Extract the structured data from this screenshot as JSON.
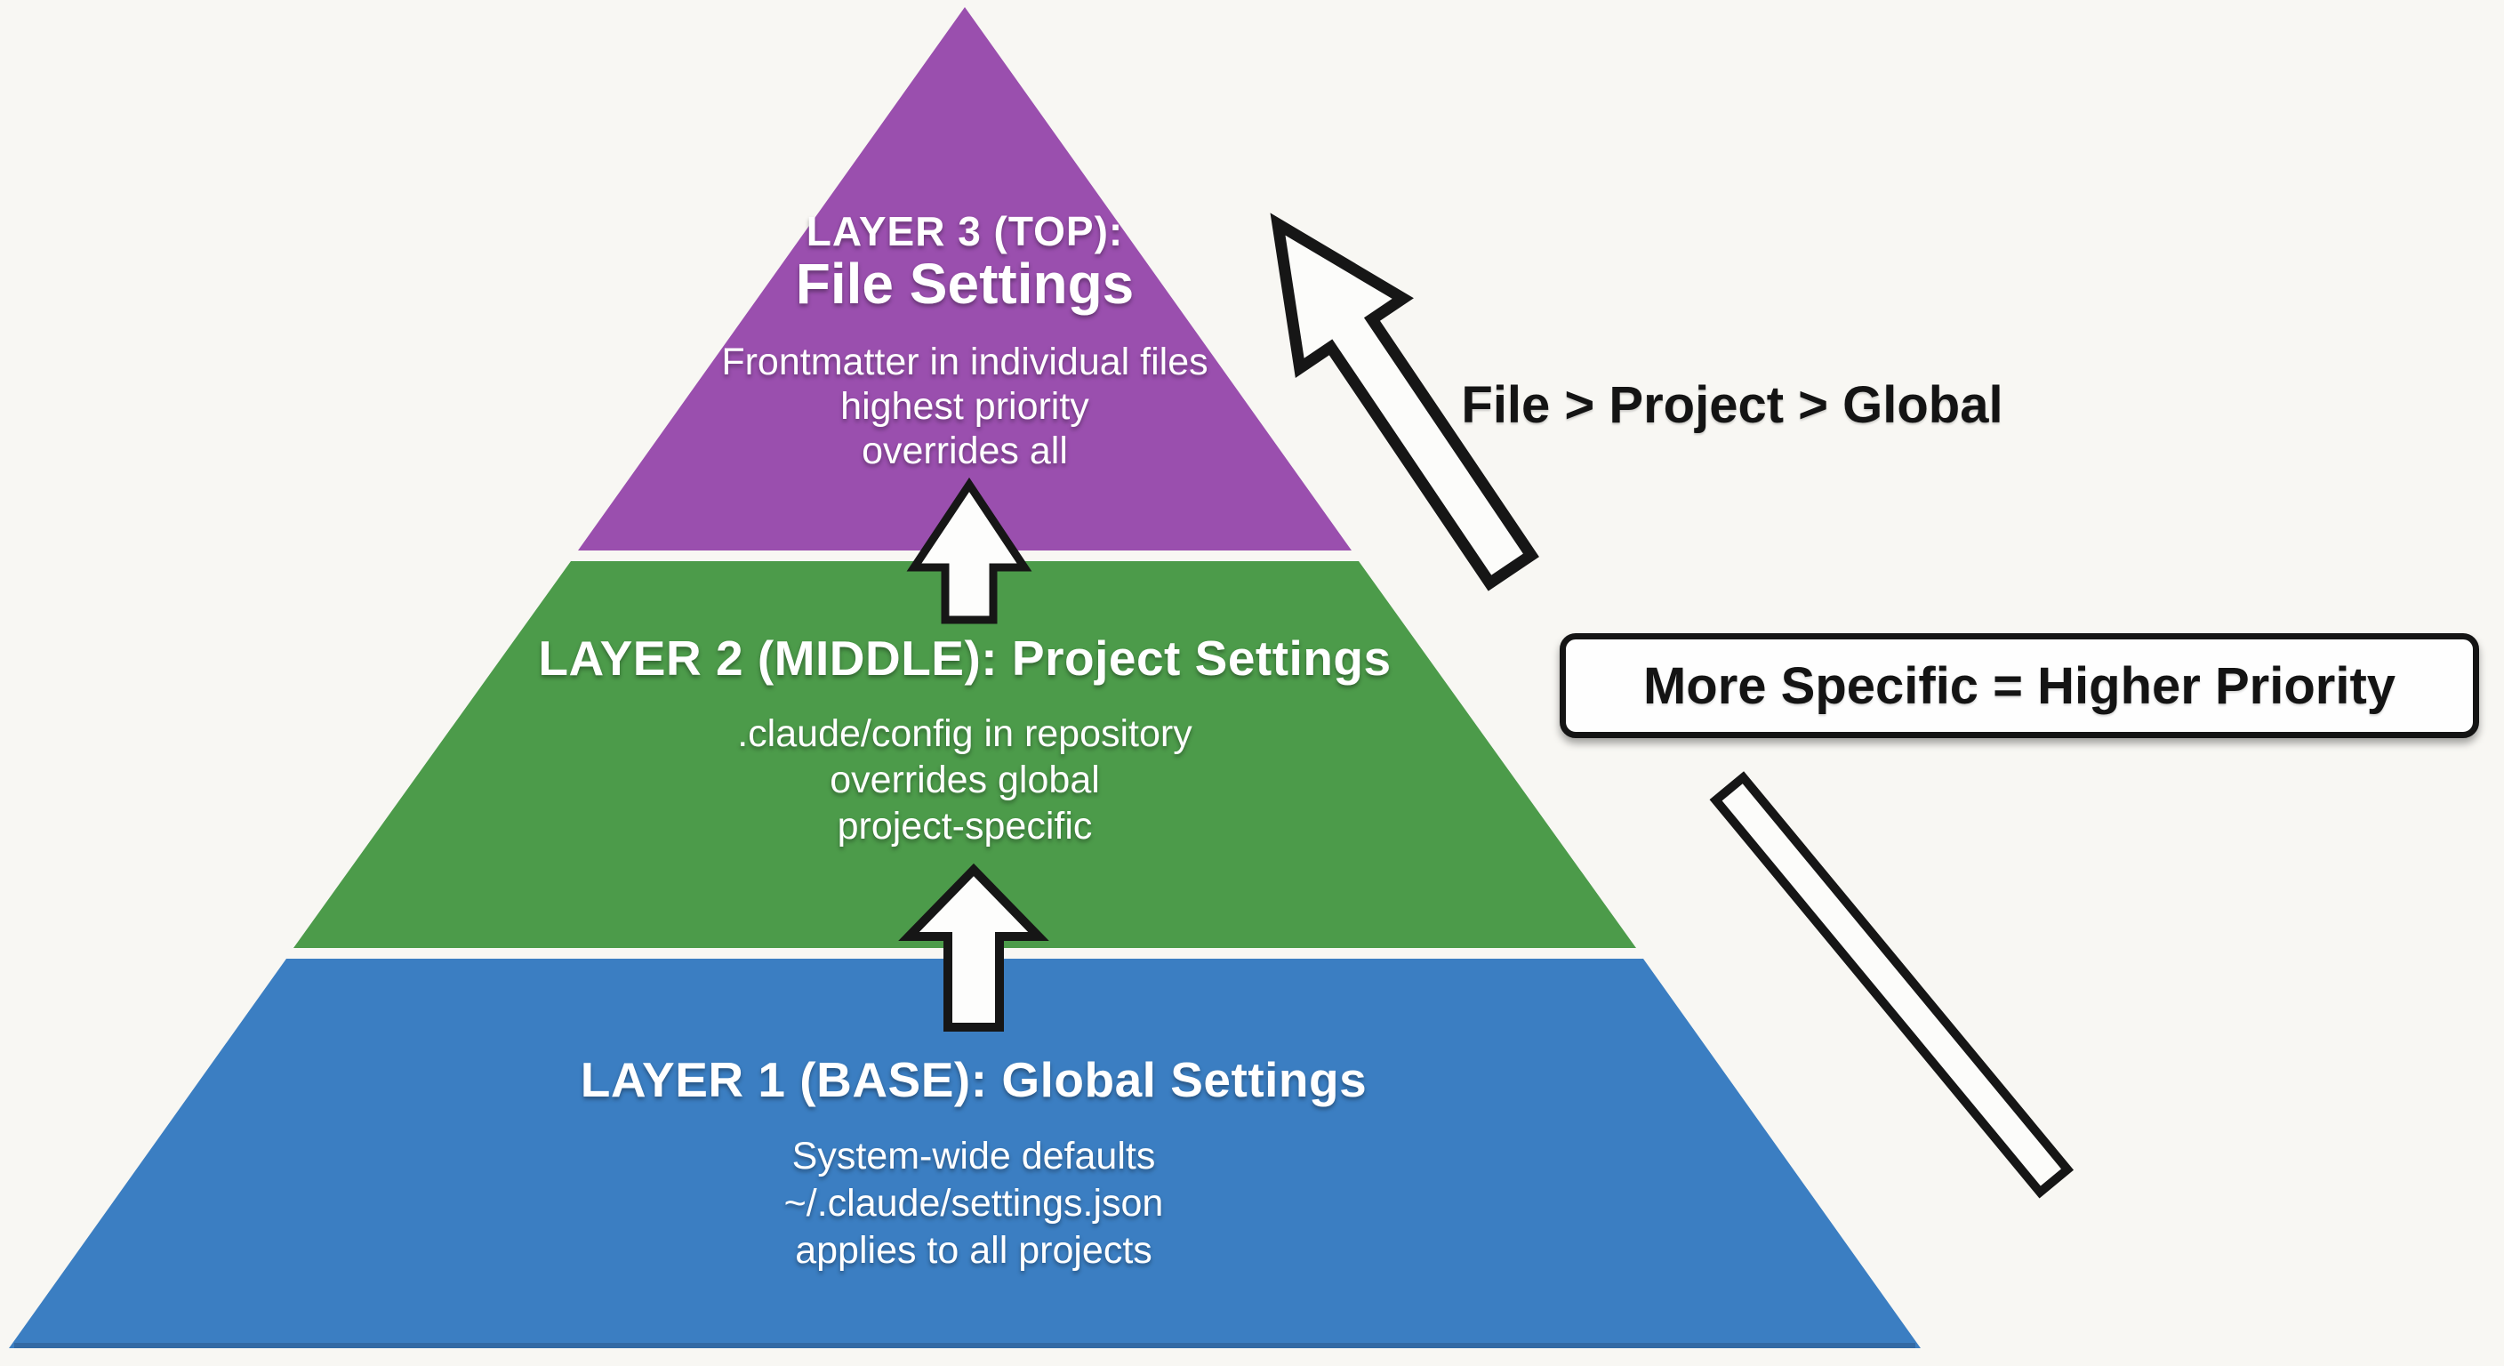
{
  "colors": {
    "background": "#f8f7f3",
    "layer_top_purple": "#9a4fae",
    "layer_middle_green": "#4c9b4a",
    "layer_base_blue": "#3b7ec2",
    "arrow_fill": "#fcfcfa",
    "outline_black": "#161616",
    "text_white": "#ffffff",
    "text_black": "#141414"
  },
  "pyramid": {
    "layers": [
      {
        "id": "layer-3-top",
        "color": "#9a4fae",
        "kicker": "LAYER 3 (TOP):",
        "title": "File Settings",
        "lines": [
          "Frontmatter in individual files",
          "highest priority",
          "overrides all"
        ]
      },
      {
        "id": "layer-2-middle",
        "color": "#4c9b4a",
        "title": "LAYER 2 (MIDDLE): Project Settings",
        "lines": [
          ".claude/config in repository",
          "overrides global",
          "project-specific"
        ]
      },
      {
        "id": "layer-1-base",
        "color": "#3b7ec2",
        "title": "LAYER 1 (BASE): Global Settings",
        "lines": [
          "System-wide defaults",
          "~/.claude/settings.json",
          "applies to all projects"
        ]
      }
    ]
  },
  "annotations": {
    "priority_order": "File > Project > Global",
    "priority_rule": "More Specific = Higher Priority"
  },
  "icons": [
    {
      "name": "up-arrow-between-layer2-layer3"
    },
    {
      "name": "up-arrow-between-layer1-layer2"
    },
    {
      "name": "diagonal-up-arrow"
    },
    {
      "name": "diagonal-shaft"
    }
  ]
}
